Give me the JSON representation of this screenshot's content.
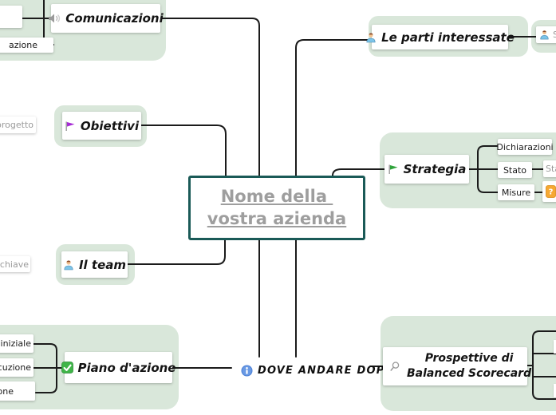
{
  "app": {
    "type": "mind-map-canvas"
  },
  "colors": {
    "panel_green": "#d9e7da",
    "central_border_teal": "#1a5a57",
    "muted_gray_text": "#9b9b9b",
    "connector_black": "#1b1b1b",
    "check_green": "#3fb548",
    "flag_purple": "#a62bd4",
    "flag_green": "#2fa33b",
    "info_blue": "#4a7fd6",
    "help_orange": "#f6a833"
  },
  "central": {
    "line1": "Nome della ",
    "line2": "vostra azienda"
  },
  "branches": {
    "comunicazioni": {
      "label": "Comunicazioni",
      "icon": "speaker-icon",
      "child_partial": "azione"
    },
    "obiettivi": {
      "label": "Obiettivi",
      "icon": "purple-flag-icon",
      "child_partial": "l progetto"
    },
    "il_team": {
      "label": "Il team",
      "icon": "person-icon",
      "child_partial": "li chiave"
    },
    "piano_dazione": {
      "label": "Piano d'azione",
      "icon": "check-icon",
      "children": [
        "ase iniziale",
        "esecuzione",
        "ione"
      ]
    },
    "le_parti_interessate": {
      "label": "Le parti interessate",
      "icon": "person-icon",
      "child_partial": "S"
    },
    "strategia": {
      "label": "Strategia",
      "icon": "green-flag-icon",
      "children": [
        "Dichiarazioni",
        "Stato",
        "Misure"
      ],
      "stato_child_partial": "Stat"
    },
    "prospettive": {
      "label_line1": "Prospettive di",
      "label_line2": "Balanced Scorecard",
      "icon": "magnifier-icon"
    },
    "dove": {
      "label": "DOVE ANDARE DOPO?",
      "icon": "info-icon"
    }
  }
}
